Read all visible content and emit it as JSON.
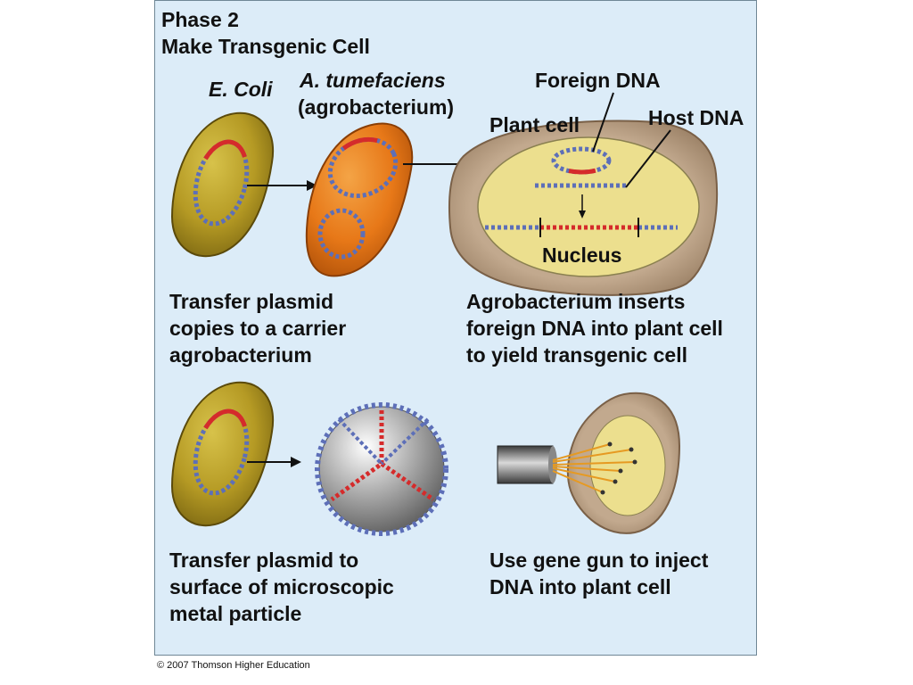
{
  "diagram": {
    "phase_label": "Phase 2",
    "title": "Make Transgenic Cell",
    "labels": {
      "ecoli": "E. Coli",
      "atumefaciens": "A. tumefaciens",
      "agrobacterium_paren": "(agrobacterium)",
      "foreign_dna": "Foreign DNA",
      "plant_cell": "Plant cell",
      "host_dna": "Host DNA",
      "nucleus": "Nucleus"
    },
    "captions": {
      "step1": [
        "Transfer plasmid",
        "copies to a carrier",
        "agrobacterium"
      ],
      "step2": [
        "Agrobacterium inserts",
        "foreign DNA into plant cell",
        "to yield transgenic cell"
      ],
      "step3": [
        "Transfer plasmid to",
        "surface of microscopic",
        "metal particle"
      ],
      "step4": [
        "Use gene gun to inject",
        "DNA into plant cell"
      ]
    },
    "copyright": "© 2007 Thomson Higher Education"
  },
  "colors": {
    "background": "#dcecf8",
    "ecoli_fill": "#b59a24",
    "agro_fill": "#ea7a18",
    "plant_wall": "#b79e84",
    "nucleus_fill": "#ecdf8e",
    "dna_blue": "#5d6fb8",
    "dna_red": "#d52b2b",
    "arrow": "#111111"
  },
  "icons": [
    "ecoli-cell-icon",
    "agrobacterium-cell-icon",
    "plant-cell-icon",
    "metal-particle-icon",
    "gene-gun-icon"
  ]
}
